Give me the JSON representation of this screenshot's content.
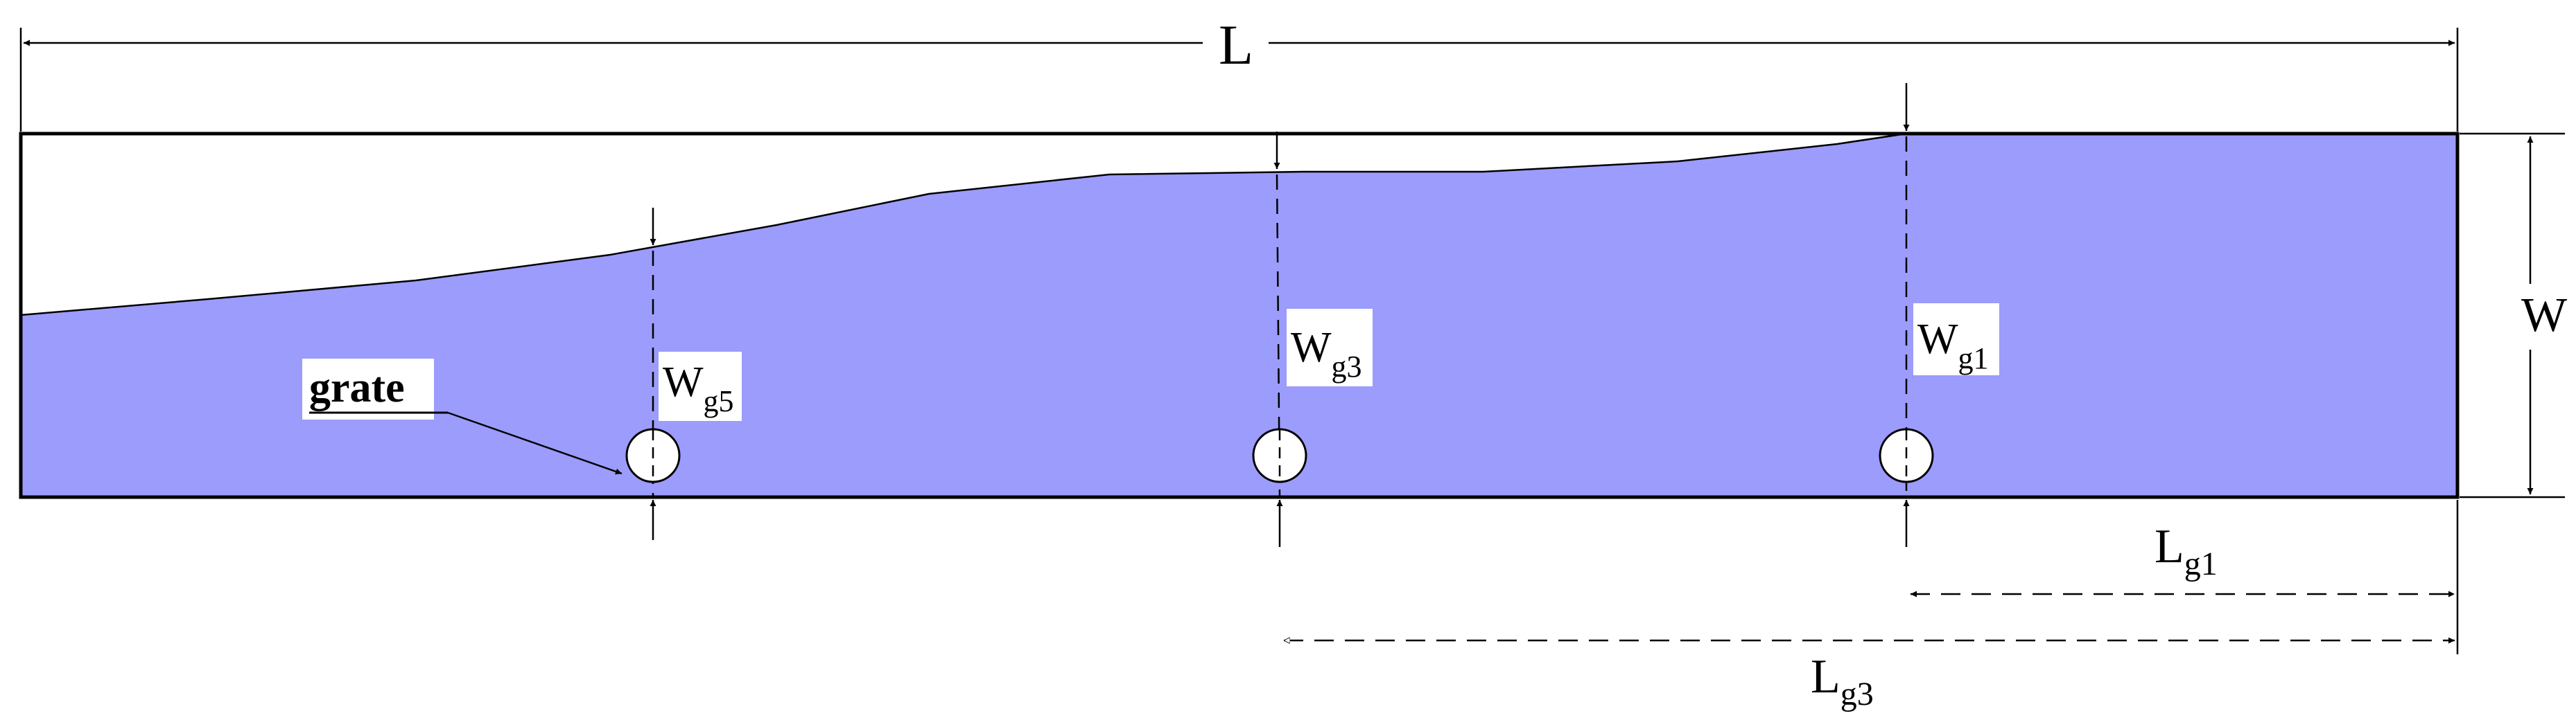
{
  "labels": {
    "total_length": "L",
    "width": "W",
    "grate": "grate",
    "wg5_main": "W",
    "wg5_sub": "g5",
    "wg3_main": "W",
    "wg3_sub": "g3",
    "wg1_main": "W",
    "wg1_sub": "g1",
    "lg1_main": "L",
    "lg1_sub": "g1",
    "lg3_main": "L",
    "lg3_sub": "g3"
  },
  "colors": {
    "water": "#9b9cfb",
    "line": "#000000",
    "background": "#ffffff"
  }
}
